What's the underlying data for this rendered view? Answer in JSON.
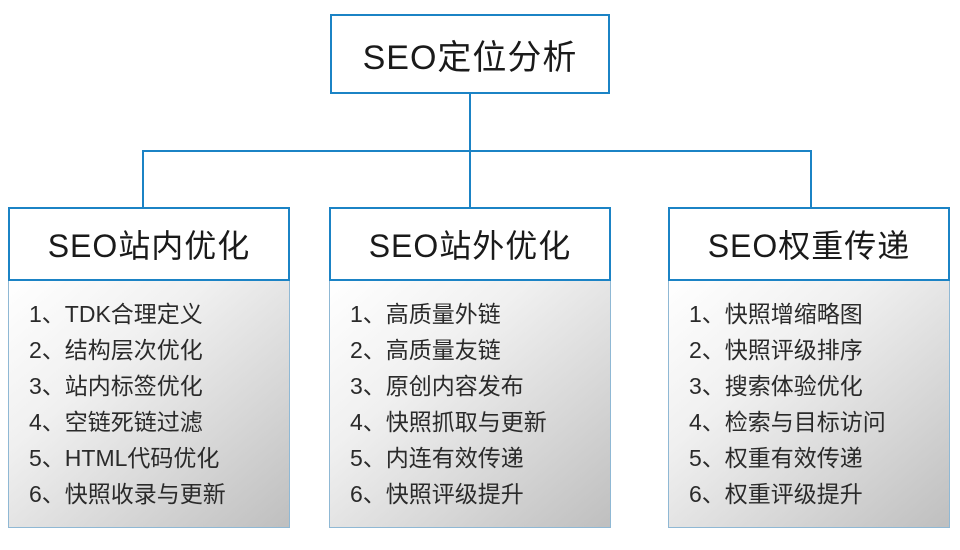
{
  "root": {
    "title": "SEO定位分析"
  },
  "columns": [
    {
      "title": "SEO站内优化",
      "items": [
        "1、TDK合理定义",
        "2、结构层次优化",
        "3、站内标签优化",
        "4、空链死链过滤",
        "5、HTML代码优化",
        "6、快照收录与更新"
      ]
    },
    {
      "title": "SEO站外优化",
      "items": [
        "1、高质量外链",
        "2、高质量友链",
        "3、原创内容发布",
        "4、快照抓取与更新",
        "5、内连有效传递",
        "6、快照评级提升"
      ]
    },
    {
      "title": "SEO权重传递",
      "items": [
        "1、快照增缩略图",
        "2、快照评级排序",
        "3、搜索体验优化",
        "4、检索与目标访问",
        "5、权重有效传递",
        "6、权重评级提升"
      ]
    }
  ],
  "colors": {
    "accent": "#1b83c5",
    "body_gradient_start": "#ffffff",
    "body_gradient_end": "#bfbfbf"
  }
}
